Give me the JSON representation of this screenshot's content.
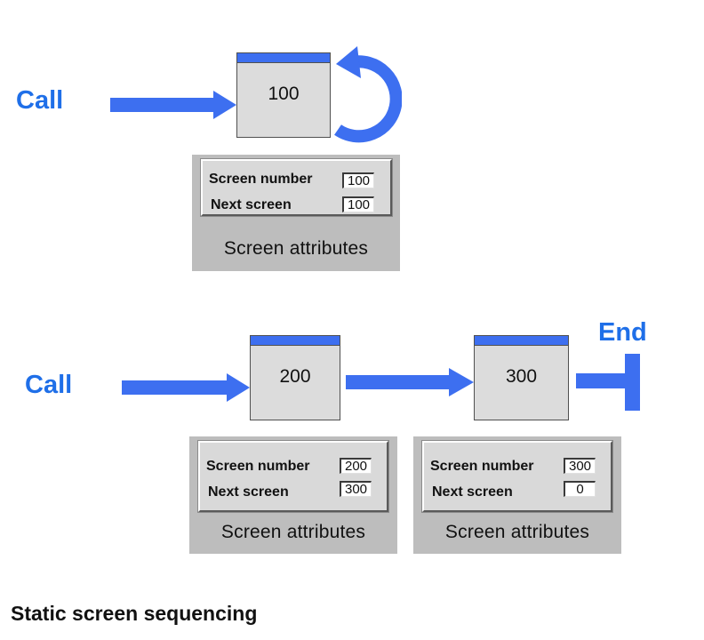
{
  "call_label": "Call",
  "end_label": "End",
  "attr_labels": {
    "screen_number": "Screen number",
    "next_screen": "Next screen",
    "caption": "Screen attributes"
  },
  "screens": [
    {
      "number": "100",
      "screen_number": "100",
      "next_screen": "100"
    },
    {
      "number": "200",
      "screen_number": "200",
      "next_screen": "300"
    },
    {
      "number": "300",
      "screen_number": "300",
      "next_screen": "0"
    }
  ],
  "caption": "Static screen sequencing",
  "colors": {
    "accent": "#1f6fe8",
    "arrow": "#3d6ff0",
    "titlebar": "#3d6ff0"
  }
}
